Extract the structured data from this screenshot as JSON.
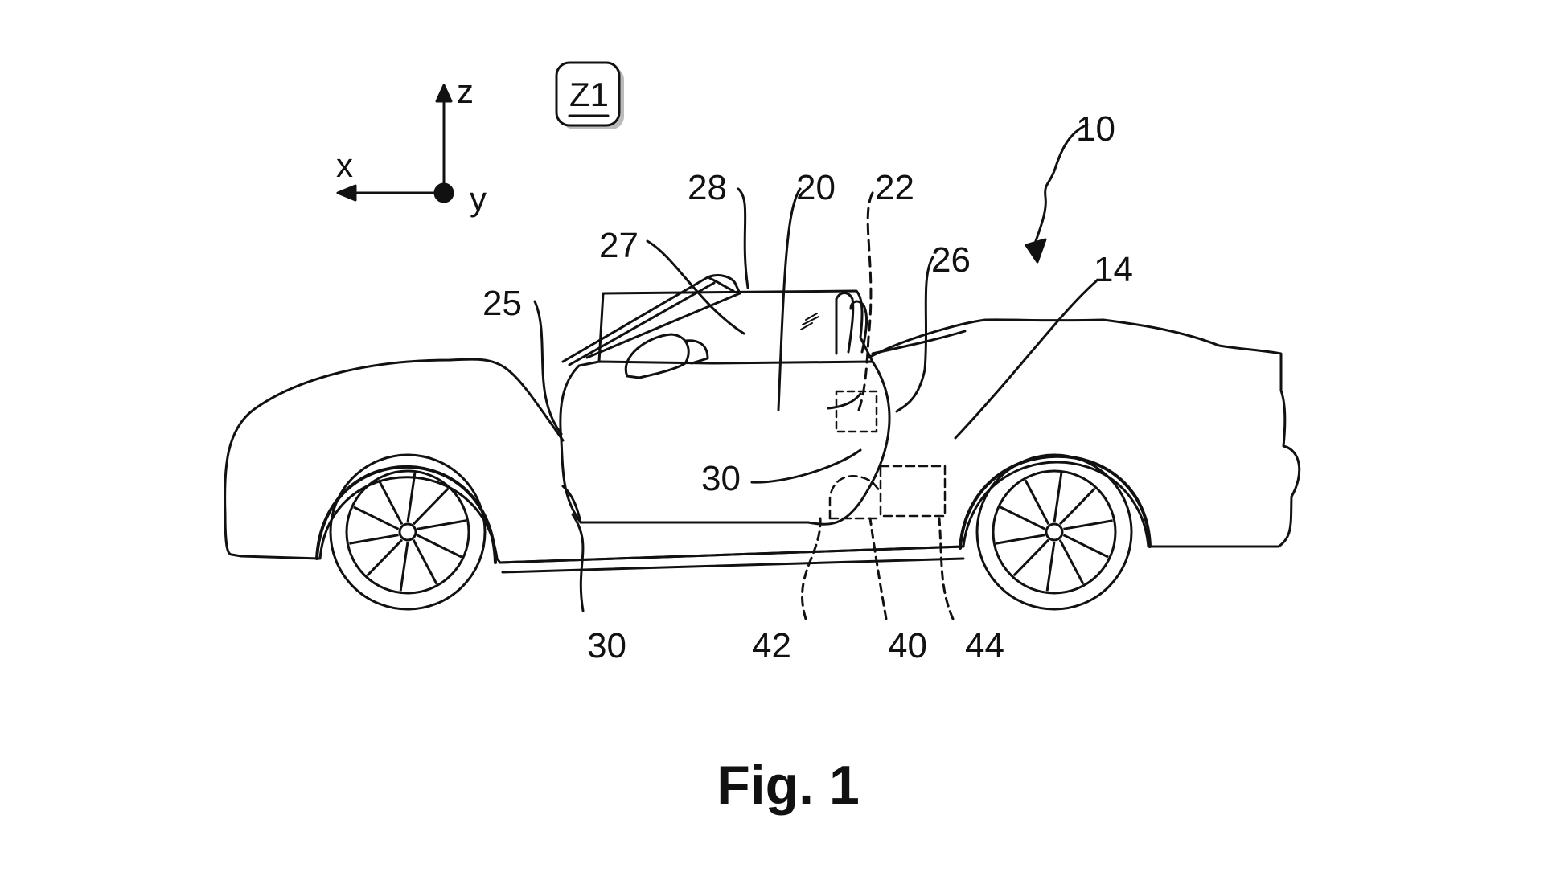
{
  "figure": {
    "title": "Fig. 1",
    "zone_label": "Z1",
    "axes": {
      "x": "x",
      "y": "y",
      "z": "z"
    },
    "refs": {
      "r10": "10",
      "r14": "14",
      "r20": "20",
      "r22": "22",
      "r25": "25",
      "r26": "26",
      "r27": "27",
      "r28": "28",
      "r30a": "30",
      "r30b": "30",
      "r40": "40",
      "r42": "42",
      "r44": "44"
    }
  },
  "colors": {
    "ink": "#111111",
    "background": "#ffffff",
    "zone_box_shadow": "#bbbbbb"
  }
}
